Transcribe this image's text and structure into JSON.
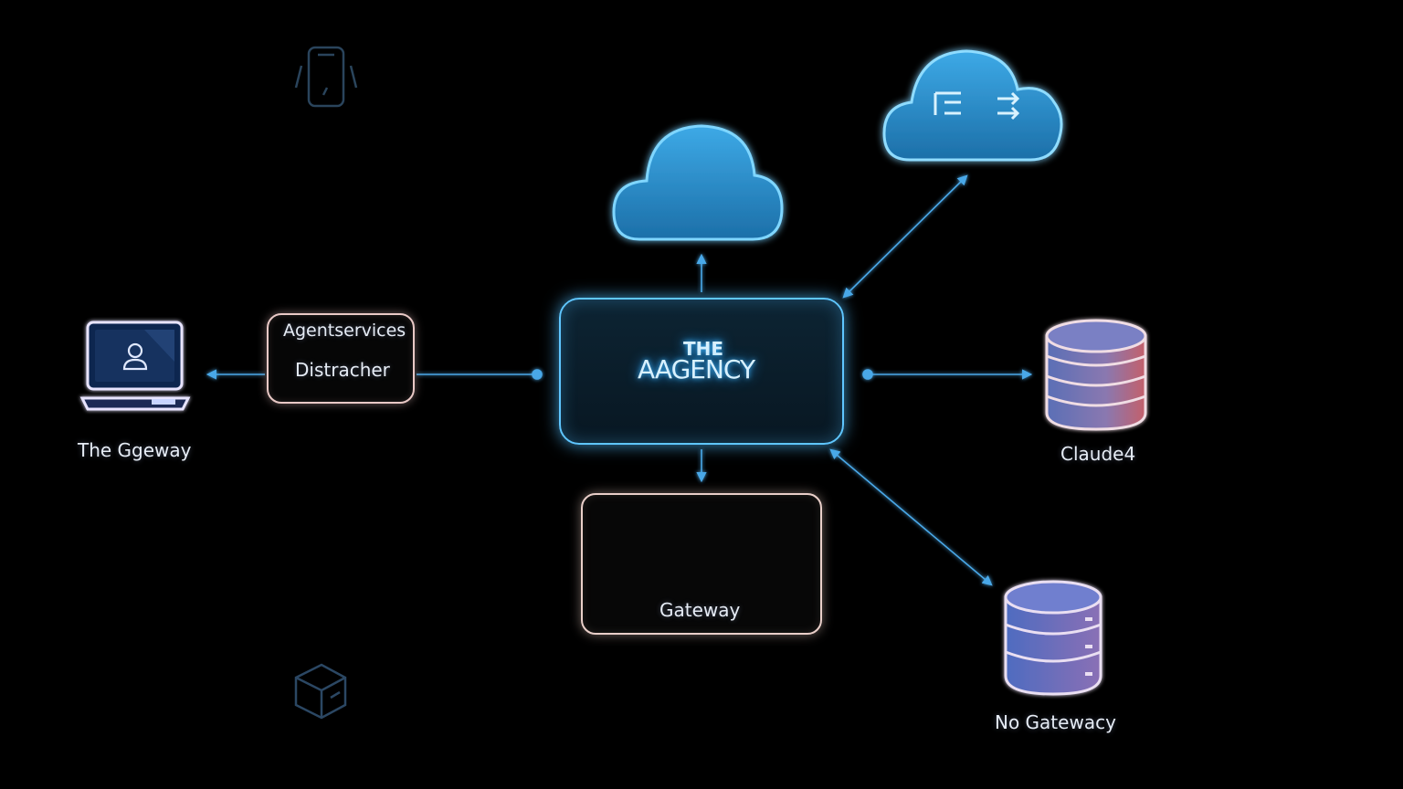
{
  "diagram": {
    "nodes": {
      "the_ggeway": {
        "label": "The Ggeway",
        "icon": "laptop-icon"
      },
      "agentservices": {
        "label": "Agentservices",
        "sublabel": "Distracher"
      },
      "the_agency": {
        "logo_line1": "THE",
        "logo_line2": "AAGENCY",
        "icon": "agency-logo-icon"
      },
      "gateway": {
        "label": "Gateway",
        "icon": "database-icon"
      },
      "claude4": {
        "label": "Claude4",
        "icon": "database-icon"
      },
      "no_gatewacy": {
        "label": "No Gatewacy",
        "icon": "server-icon"
      },
      "cloud_top": {
        "icon": "cloud-icon"
      },
      "cloud_top_right": {
        "icon": "cloud-icon"
      },
      "mobile": {
        "icon": "mobile-phone-icon"
      },
      "package": {
        "icon": "cube-icon"
      }
    },
    "colors": {
      "background": "#000000",
      "accent_blue": "#5fc6ff",
      "connector": "#4aa8e8",
      "outline_pink": "#e9c9c6"
    }
  }
}
